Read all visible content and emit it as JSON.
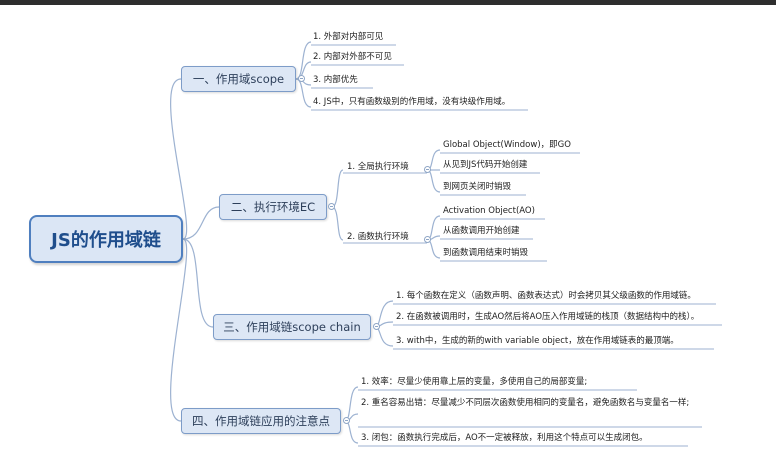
{
  "root": {
    "label": "JS的作用域链"
  },
  "branches": [
    {
      "label": "一、作用域scope",
      "items": [
        "1. 外部对内部可见",
        "2. 内部对外部不可见",
        "3. 内部优先",
        "4. JS中，只有函数级别的作用域，没有块级作用域。"
      ]
    },
    {
      "label": "二、执行环境EC",
      "subs": [
        {
          "label": "1. 全局执行环境",
          "items": [
            "Global Object(Window)，即GO",
            "从见到JS代码开始创建",
            "到网页关闭时销毁"
          ]
        },
        {
          "label": "2. 函数执行环境",
          "items": [
            "Activation Object(AO)",
            "从函数调用开始创建",
            "到函数调用结束时销毁"
          ]
        }
      ]
    },
    {
      "label": "三、作用域链scope chain",
      "items": [
        "1. 每个函数在定义（函数声明、函数表达式）时会拷贝其父级函数的作用域链。",
        "2. 在函数被调用时，生成AO然后将AO压入作用域链的栈顶（数据结构中的栈）。",
        "3. with中，生成的新的with variable object，放在作用域链表的最顶端。"
      ]
    },
    {
      "label": "四、作用域链应用的注意点",
      "items": [
        "1. 效率：尽量少使用靠上层的变量，多使用自己的局部变量;",
        "2. 重名容易出错：尽量减少不同层次函数使用相同的变量名，避免函数名与变量名一样;",
        "3. 闭包：函数执行完成后，AO不一定被释放，利用这个特点可以生成闭包。"
      ]
    }
  ]
}
